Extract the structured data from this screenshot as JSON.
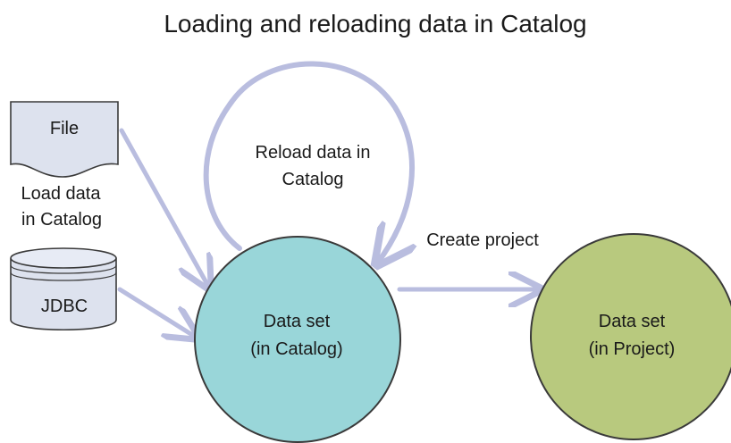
{
  "diagram": {
    "title": "Loading and reloading data in Catalog",
    "file_label": "File",
    "jdbc_label": "JDBC",
    "load_label_line1": "Load data",
    "load_label_line2": "in Catalog",
    "reload_label_line1": "Reload data in",
    "reload_label_line2": "Catalog",
    "create_project_label": "Create project",
    "catalog_dataset_line1": "Data set",
    "catalog_dataset_line2": "(in Catalog)",
    "project_dataset_line1": "Data set",
    "project_dataset_line2": "(in Project)"
  },
  "colors": {
    "arrow": "#b9bddf",
    "document_fill": "#dde2ee",
    "outline": "#3a3a3a",
    "catalog_circle": "#99d6d9",
    "project_circle": "#b8c97e"
  }
}
